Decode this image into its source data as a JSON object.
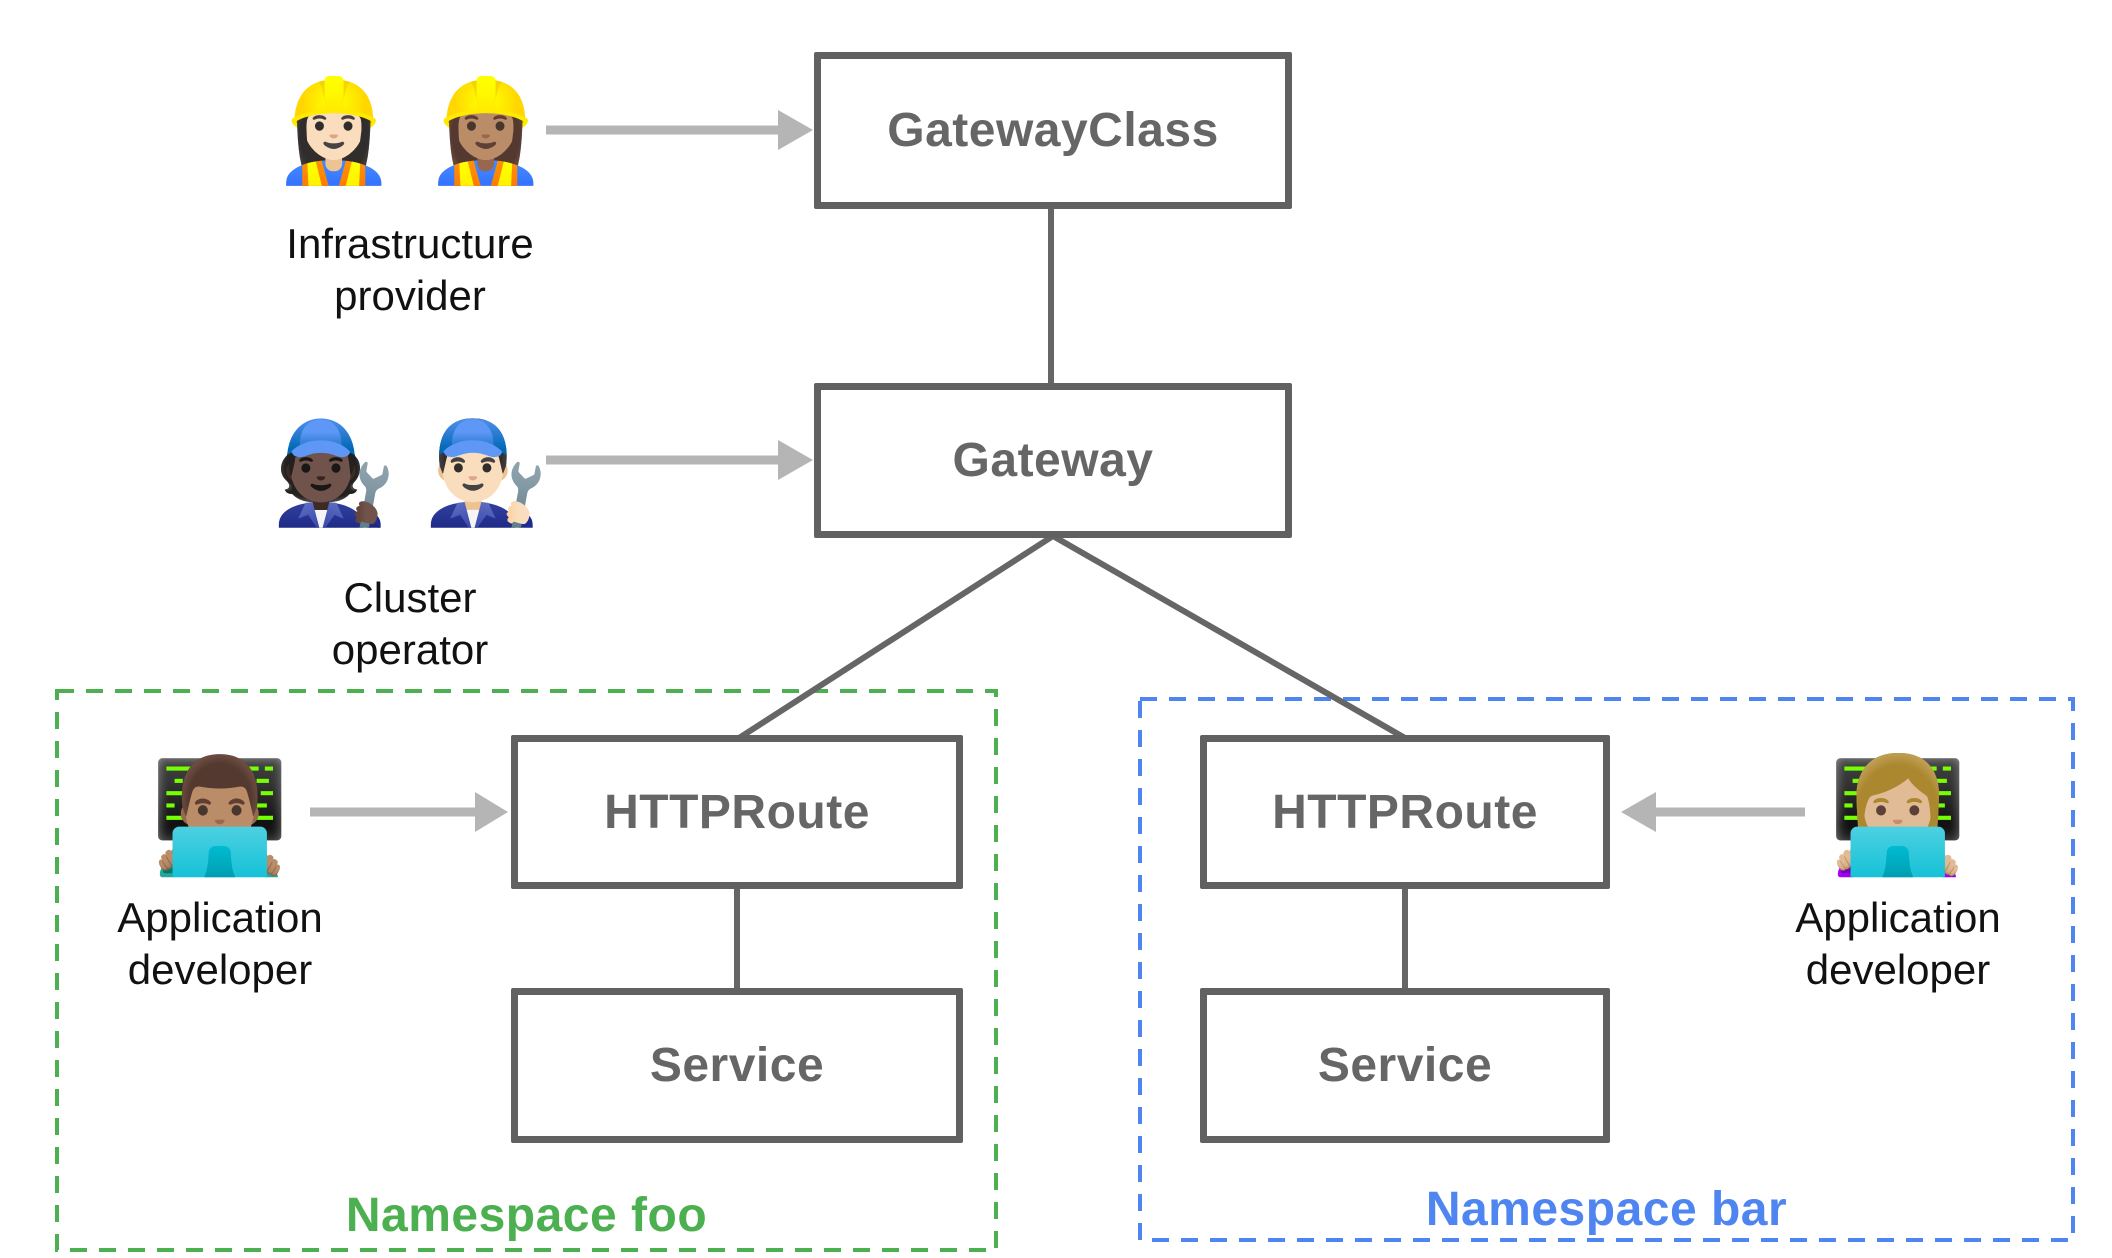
{
  "colors": {
    "box_border": "#616161",
    "box_text": "#666666",
    "connector": "#666666",
    "arrow": "#b5b5b5",
    "namespace_foo": "#4caf50",
    "namespace_bar": "#4e85f0",
    "label_text": "#111111",
    "background": "#ffffff"
  },
  "boxes": {
    "gateway_class": {
      "label": "GatewayClass"
    },
    "gateway": {
      "label": "Gateway"
    },
    "httproute_foo": {
      "label": "HTTPRoute"
    },
    "service_foo": {
      "label": "Service"
    },
    "httproute_bar": {
      "label": "HTTPRoute"
    },
    "service_bar": {
      "label": "Service"
    }
  },
  "namespaces": {
    "foo": {
      "label": "Namespace foo"
    },
    "bar": {
      "label": "Namespace bar"
    }
  },
  "personas": {
    "infrastructure_provider": {
      "emojis": "👷🏻‍♀️ 👷🏽‍♀️",
      "line1": "Infrastructure",
      "line2": "provider"
    },
    "cluster_operator": {
      "emojis": "🧑🏿‍🔧 👨🏻‍🔧",
      "line1": "Cluster",
      "line2": "operator"
    },
    "app_developer_foo": {
      "emoji": "👨🏽‍💻",
      "line1": "Application",
      "line2": "developer"
    },
    "app_developer_bar": {
      "emoji": "👩🏼‍💻",
      "line1": "Application",
      "line2": "developer"
    }
  }
}
